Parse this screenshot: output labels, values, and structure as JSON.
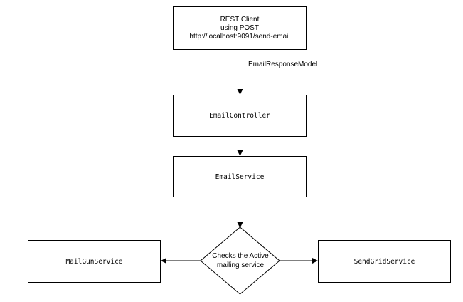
{
  "diagram": {
    "client_box": {
      "lines": [
        "REST Client",
        "using POST",
        "http://localhost:9091/send-email"
      ]
    },
    "edge_label": "EmailResponseModel",
    "controller_label": "EmailController",
    "service_label": "EmailService",
    "decision": {
      "lines": [
        "Checks the Active",
        "mailing service"
      ]
    },
    "mailgun_label": "MailGunService",
    "sendgrid_label": "SendGridService"
  }
}
